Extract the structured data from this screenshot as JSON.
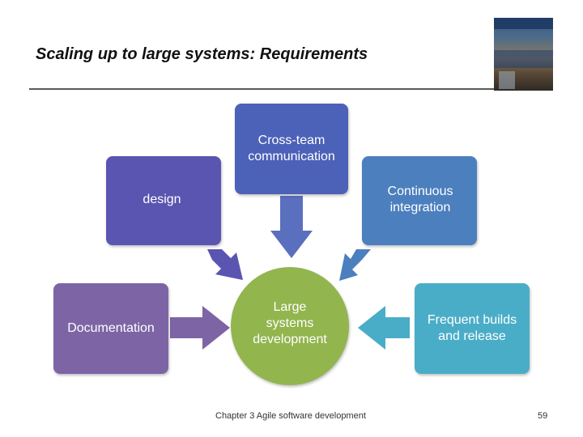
{
  "slide": {
    "title": "Scaling up to large systems: Requirements",
    "footer": "Chapter 3 Agile software development",
    "page_number": "59"
  },
  "diagram": {
    "center": "Large\nsystems\ndevelopment",
    "inputs": {
      "cross_team": "Cross-team\ncommunication",
      "design": "design",
      "continuous_integration": "Continuous\nintegration",
      "documentation": "Documentation",
      "frequent_builds": "Frequent builds\nand release"
    }
  },
  "colors": {
    "cross_team": "#4c61b8",
    "design": "#5a55b0",
    "continuous_integration": "#4c7fbe",
    "documentation": "#7d65a5",
    "frequent_builds": "#4aadc8",
    "center": "#92b54e"
  },
  "icons": {
    "book_cover": "book-cover-image"
  }
}
